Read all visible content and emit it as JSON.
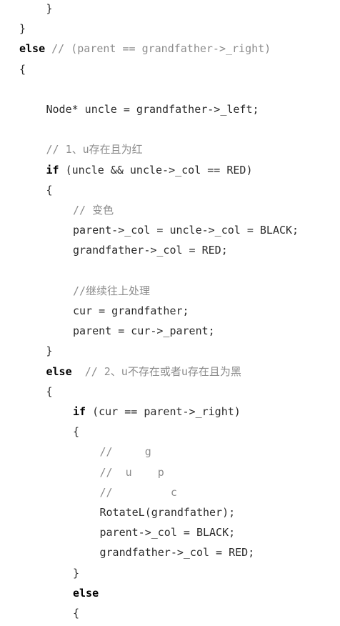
{
  "code": {
    "lines": [
      {
        "indent": 1,
        "parts": [
          {
            "t": "}",
            "k": "p"
          }
        ]
      },
      {
        "indent": 0,
        "parts": [
          {
            "t": "}",
            "k": "p"
          }
        ]
      },
      {
        "indent": 0,
        "parts": [
          {
            "t": "else",
            "k": "kw"
          },
          {
            "t": " ",
            "k": "p"
          },
          {
            "t": "// (parent == grandfather->_right)",
            "k": "cm"
          }
        ]
      },
      {
        "indent": 0,
        "parts": [
          {
            "t": "{",
            "k": "p"
          }
        ]
      },
      {
        "indent": 0,
        "parts": []
      },
      {
        "indent": 1,
        "parts": [
          {
            "t": "Node* uncle = grandfather->_left;",
            "k": "p"
          }
        ]
      },
      {
        "indent": 0,
        "parts": []
      },
      {
        "indent": 1,
        "parts": [
          {
            "t": "// 1、u存在且为红",
            "k": "cm"
          }
        ]
      },
      {
        "indent": 1,
        "parts": [
          {
            "t": "if",
            "k": "kw"
          },
          {
            "t": " (uncle && uncle->_col == RED)",
            "k": "p"
          }
        ]
      },
      {
        "indent": 1,
        "parts": [
          {
            "t": "{",
            "k": "p"
          }
        ]
      },
      {
        "indent": 2,
        "parts": [
          {
            "t": "// 变色",
            "k": "cm"
          }
        ]
      },
      {
        "indent": 2,
        "parts": [
          {
            "t": "parent->_col = uncle->_col = BLACK;",
            "k": "p"
          }
        ]
      },
      {
        "indent": 2,
        "parts": [
          {
            "t": "grandfather->_col = RED;",
            "k": "p"
          }
        ]
      },
      {
        "indent": 0,
        "parts": []
      },
      {
        "indent": 2,
        "parts": [
          {
            "t": "//继续往上处理",
            "k": "cm"
          }
        ]
      },
      {
        "indent": 2,
        "parts": [
          {
            "t": "cur = grandfather;",
            "k": "p"
          }
        ]
      },
      {
        "indent": 2,
        "parts": [
          {
            "t": "parent = cur->_parent;",
            "k": "p"
          }
        ]
      },
      {
        "indent": 1,
        "parts": [
          {
            "t": "}",
            "k": "p"
          }
        ]
      },
      {
        "indent": 1,
        "parts": [
          {
            "t": "else",
            "k": "kw"
          },
          {
            "t": "  ",
            "k": "p"
          },
          {
            "t": "// 2、u不存在或者u存在且为黑",
            "k": "cm"
          }
        ]
      },
      {
        "indent": 1,
        "parts": [
          {
            "t": "{",
            "k": "p"
          }
        ]
      },
      {
        "indent": 2,
        "parts": [
          {
            "t": "if",
            "k": "kw"
          },
          {
            "t": " (cur == parent->_right)",
            "k": "p"
          }
        ]
      },
      {
        "indent": 2,
        "parts": [
          {
            "t": "{",
            "k": "p"
          }
        ]
      },
      {
        "indent": 3,
        "parts": [
          {
            "t": "//     g",
            "k": "cm"
          }
        ]
      },
      {
        "indent": 3,
        "parts": [
          {
            "t": "//  u    p",
            "k": "cm"
          }
        ]
      },
      {
        "indent": 3,
        "parts": [
          {
            "t": "//         c",
            "k": "cm"
          }
        ]
      },
      {
        "indent": 3,
        "parts": [
          {
            "t": "RotateL(grandfather);",
            "k": "p"
          }
        ]
      },
      {
        "indent": 3,
        "parts": [
          {
            "t": "parent->_col = BLACK;",
            "k": "p"
          }
        ]
      },
      {
        "indent": 3,
        "parts": [
          {
            "t": "grandfather->_col = RED;",
            "k": "p"
          }
        ]
      },
      {
        "indent": 2,
        "parts": [
          {
            "t": "}",
            "k": "p"
          }
        ]
      },
      {
        "indent": 2,
        "parts": [
          {
            "t": "else",
            "k": "kw"
          }
        ]
      },
      {
        "indent": 2,
        "parts": [
          {
            "t": "{",
            "k": "p"
          }
        ]
      }
    ]
  }
}
